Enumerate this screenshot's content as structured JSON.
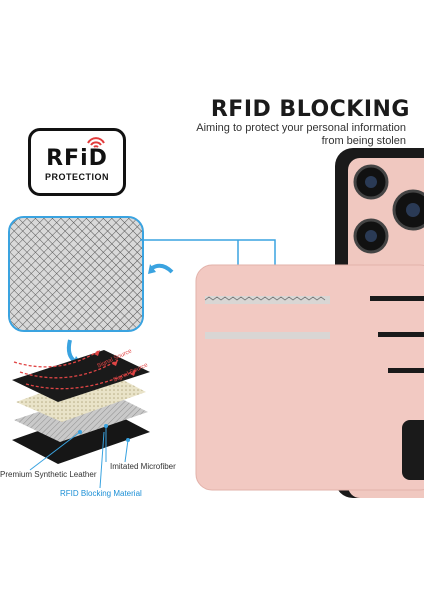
{
  "heading": {
    "title": "RFID BLOCKING",
    "subtitle_line1": "Aiming to protect your personal information",
    "subtitle_line2": "from being stolen"
  },
  "badge": {
    "logo_text": "RFiD",
    "caption": "PROTECTION",
    "signal_icon": "wifi-signal-icon"
  },
  "layers": {
    "signal_label_1": "Signal Source",
    "signal_label_2": "Signal Source",
    "label_leather": "Premium Synthetic Leather",
    "label_microfiber": "Imitated Microfiber",
    "label_rfid": "RFID Blocking Material"
  },
  "colors": {
    "accent_blue": "#1b8fd6",
    "case_pink": "#f2c9c2",
    "phone_black": "#1a1a1a",
    "signal_red": "#e04545"
  }
}
